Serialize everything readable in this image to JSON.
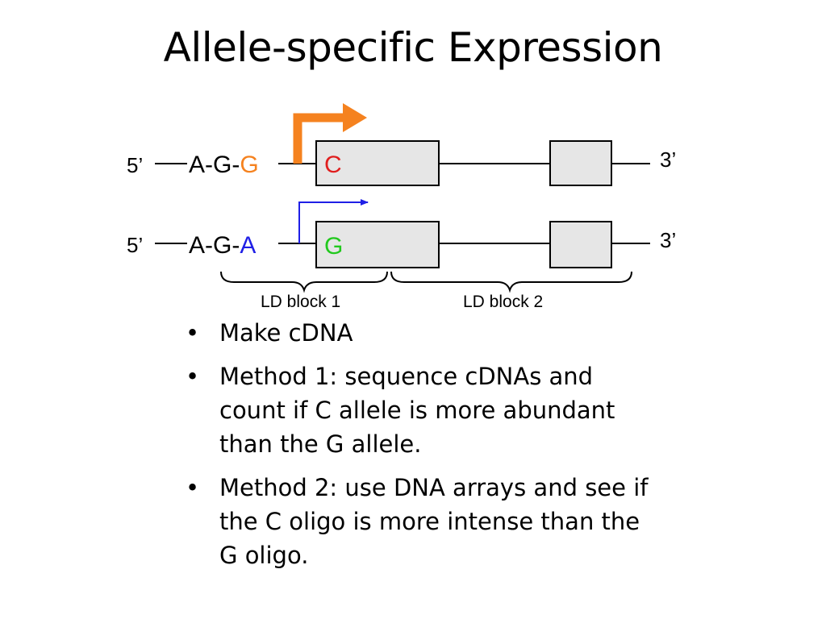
{
  "title": "Allele-specific Expression",
  "colors": {
    "orange": "#f5821f",
    "blue": "#1f1fe6",
    "red": "#e01f1f",
    "green": "#22c91e",
    "box_fill": "#e6e6e6"
  },
  "diagram": {
    "allele1": {
      "five_prime": "5’",
      "seq_prefix": "A-G-",
      "snp_base": "G",
      "exon_base": "C",
      "three_prime": "3’",
      "arrow": "orange-arrow-icon"
    },
    "allele2": {
      "five_prime": "5’",
      "seq_prefix": "A-G-",
      "snp_base": "A",
      "exon_base": "G",
      "three_prime": "3’",
      "arrow": "blue-arrow-icon"
    },
    "ld_block_1": "LD block 1",
    "ld_block_2": "LD block 2"
  },
  "bullets": [
    "Make cDNA",
    "Method 1:  sequence cDNAs and count if C allele is more abundant than the G allele.",
    "Method 2:  use DNA arrays and see if the C oligo is more intense than the G oligo."
  ]
}
